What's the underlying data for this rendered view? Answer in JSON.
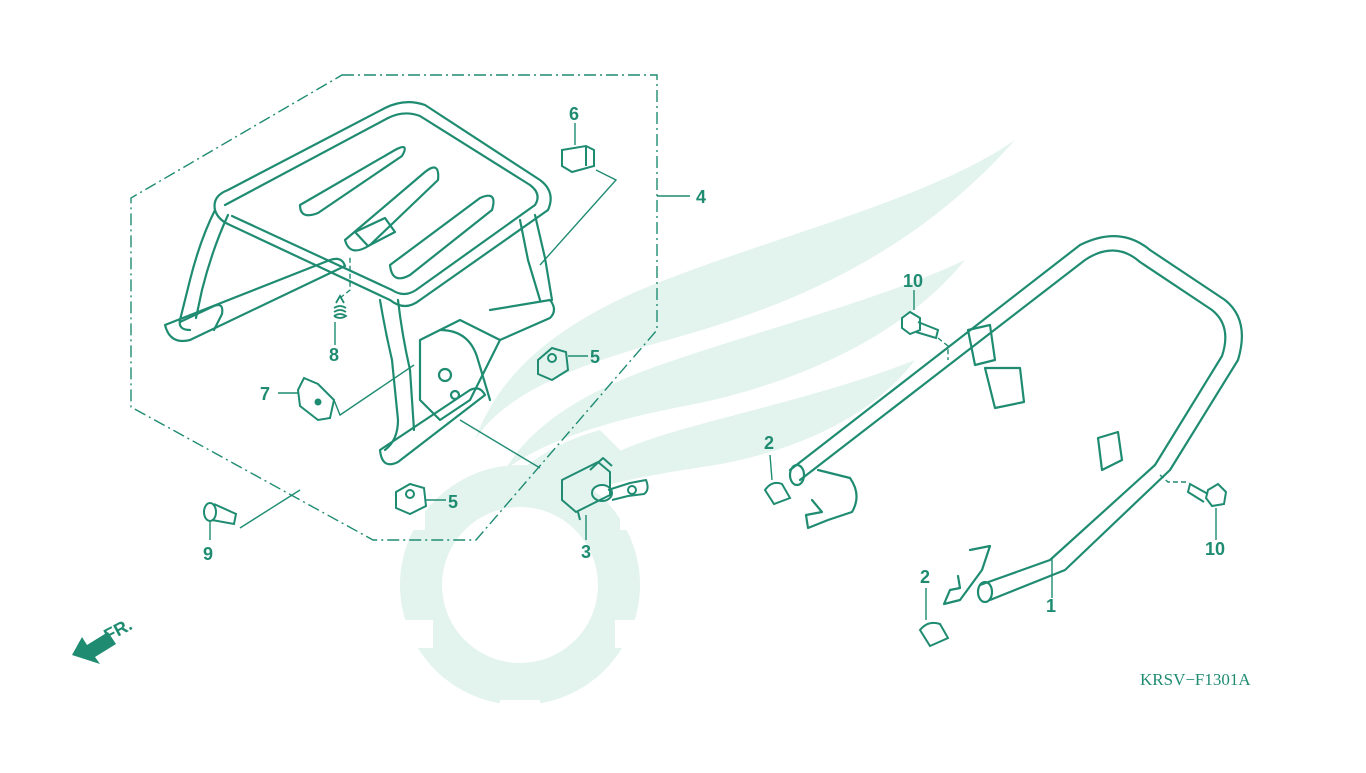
{
  "diagram": {
    "code": "KRSV−F1301A",
    "front_label": "FR.",
    "colors": {
      "ink": "#1f8c72",
      "watermark": "#e3f3ee",
      "background": "#ffffff"
    },
    "callouts": {
      "c1": "1",
      "c2a": "2",
      "c2b": "2",
      "c3": "3",
      "c4": "4",
      "c5a": "5",
      "c5b": "5",
      "c6": "6",
      "c7": "7",
      "c8": "8",
      "c9": "9",
      "c10a": "10",
      "c10b": "10"
    }
  }
}
